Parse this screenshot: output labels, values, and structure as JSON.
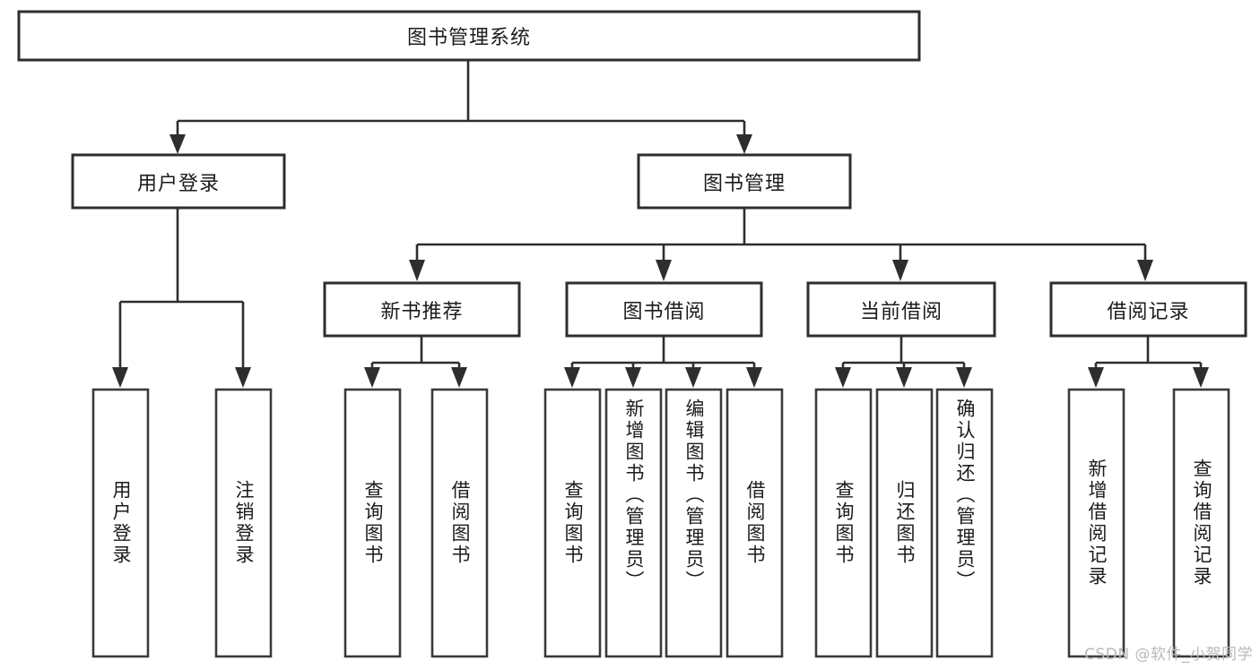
{
  "diagram": {
    "type": "tree-hierarchy",
    "title": "图书管理系统",
    "root": {
      "id": "root",
      "label": "图书管理系统",
      "orientation": "horizontal"
    },
    "level2": [
      {
        "id": "user-login",
        "label": "用户登录",
        "orientation": "horizontal"
      },
      {
        "id": "book-manage",
        "label": "图书管理",
        "orientation": "horizontal"
      }
    ],
    "level3": [
      {
        "id": "new-book-recommend",
        "label": "新书推荐",
        "orientation": "horizontal",
        "parent": "book-manage"
      },
      {
        "id": "book-borrow",
        "label": "图书借阅",
        "orientation": "horizontal",
        "parent": "book-manage"
      },
      {
        "id": "current-borrow",
        "label": "当前借阅",
        "orientation": "horizontal",
        "parent": "book-manage"
      },
      {
        "id": "borrow-record",
        "label": "借阅记录",
        "orientation": "horizontal",
        "parent": "book-manage"
      }
    ],
    "leaves": [
      {
        "id": "leaf-user-login",
        "label": "用户登录",
        "orientation": "vertical",
        "parent": "user-login"
      },
      {
        "id": "leaf-logout",
        "label": "注销登录",
        "orientation": "vertical",
        "parent": "user-login"
      },
      {
        "id": "leaf-query-book-1",
        "label": "查询图书",
        "orientation": "vertical",
        "parent": "new-book-recommend"
      },
      {
        "id": "leaf-borrow-book-1",
        "label": "借阅图书",
        "orientation": "vertical",
        "parent": "new-book-recommend"
      },
      {
        "id": "leaf-query-book-2",
        "label": "查询图书",
        "orientation": "vertical",
        "parent": "book-borrow"
      },
      {
        "id": "leaf-add-book",
        "label": "新增图书（管理员）",
        "orientation": "vertical",
        "parent": "book-borrow"
      },
      {
        "id": "leaf-edit-book",
        "label": "编辑图书（管理员）",
        "orientation": "vertical",
        "parent": "book-borrow"
      },
      {
        "id": "leaf-borrow-book-2",
        "label": "借阅图书",
        "orientation": "vertical",
        "parent": "book-borrow"
      },
      {
        "id": "leaf-query-book-3",
        "label": "查询图书",
        "orientation": "vertical",
        "parent": "current-borrow"
      },
      {
        "id": "leaf-return-book",
        "label": "归还图书",
        "orientation": "vertical",
        "parent": "current-borrow"
      },
      {
        "id": "leaf-confirm-return",
        "label": "确认归还（管理员）",
        "orientation": "vertical",
        "parent": "current-borrow"
      },
      {
        "id": "leaf-add-record",
        "label": "新增借阅记录",
        "orientation": "vertical",
        "parent": "borrow-record"
      },
      {
        "id": "leaf-query-record",
        "label": "查询借阅记录",
        "orientation": "vertical",
        "parent": "borrow-record"
      }
    ]
  },
  "watermark": {
    "text": "CSDN @软件_小贺同学"
  },
  "colors": {
    "box_stroke": "#2e2e2e",
    "background": "#ffffff",
    "text": "#1b1b1b",
    "watermark": "#b9b9b9"
  }
}
